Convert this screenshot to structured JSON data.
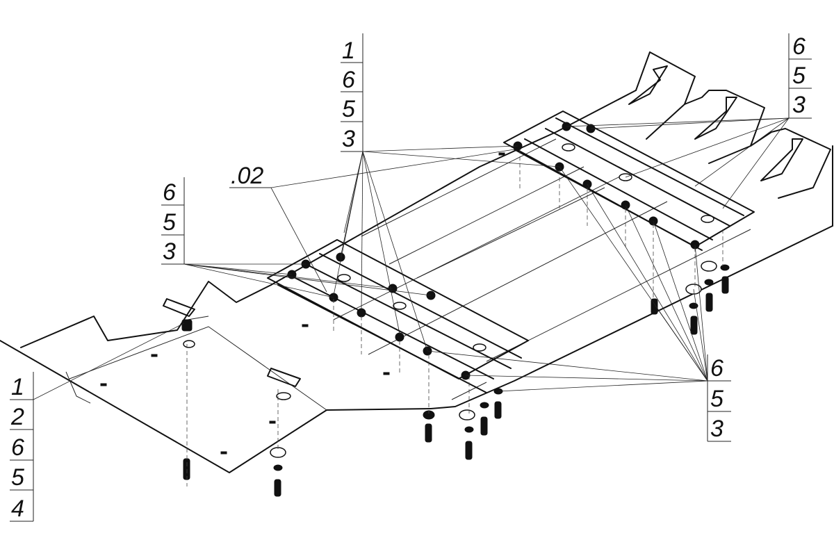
{
  "callout_groups": [
    {
      "id": "top-center",
      "labels": [
        "1",
        "6",
        "5",
        "3"
      ]
    },
    {
      "id": "top-right",
      "labels": [
        "6",
        "5",
        "3"
      ]
    },
    {
      "id": "mid-left",
      "labels": [
        "6",
        "5",
        "3"
      ]
    },
    {
      "id": "bottom-left",
      "labels": [
        "1",
        "2",
        "6",
        "5",
        "4"
      ]
    },
    {
      "id": "bottom-right",
      "labels": [
        "6",
        "5",
        "3"
      ]
    }
  ],
  "section_label": ".02"
}
